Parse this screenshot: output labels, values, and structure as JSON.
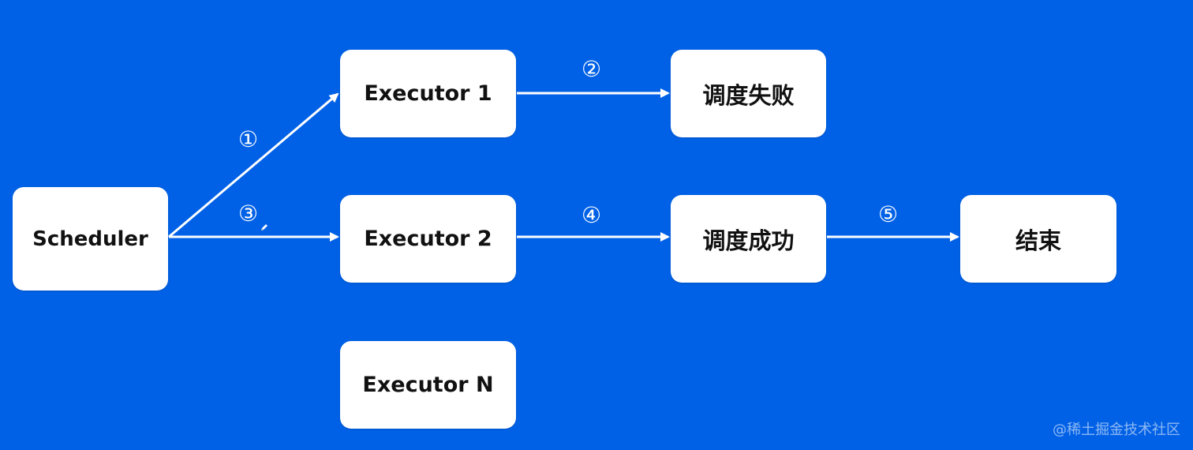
{
  "diagram": {
    "nodes": {
      "scheduler": "Scheduler",
      "executor_1": "Executor 1",
      "executor_2": "Executor 2",
      "executor_n": "Executor N",
      "dispatch_failed": "调度失败",
      "dispatch_success": "调度成功",
      "end": "结束"
    },
    "steps": {
      "s1": "①",
      "s2": "②",
      "s3": "③",
      "s4": "④",
      "s5": "⑤"
    }
  },
  "watermark": "@稀土掘金技术社区",
  "colors": {
    "background": "#0161e6",
    "node_fill": "#ffffff",
    "arrow": "#ffffff",
    "node_text": "#111111"
  }
}
